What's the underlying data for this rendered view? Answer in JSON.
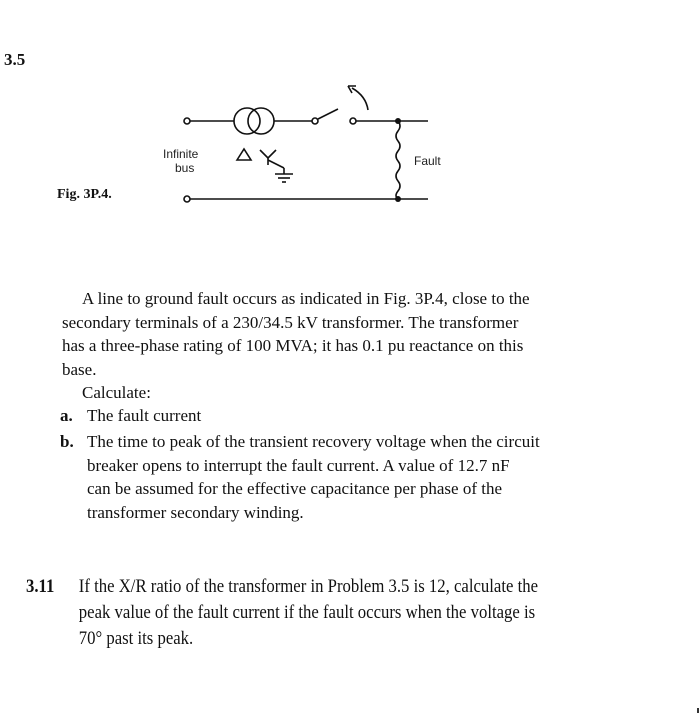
{
  "problem_3_5": {
    "number": "3.5",
    "figure": {
      "caption": "Fig. 3P.4.",
      "label_infinite": "Infinite",
      "label_bus": "bus",
      "label_fault": "Fault",
      "winding_primary": "Δ",
      "winding_secondary": "Y-grounded"
    },
    "intro_lines": [
      "A line to ground fault occurs as indicated in Fig. 3P.4, close to the",
      "secondary terminals of a 230/34.5 kV transformer. The transformer",
      "has a three-phase rating of 100 MVA; it has 0.1 pu reactance on this",
      "base."
    ],
    "calculate_label": "Calculate:",
    "items": [
      {
        "label": "a.",
        "lines": [
          "The fault current"
        ]
      },
      {
        "label": "b.",
        "lines": [
          "The time to peak of the transient recovery voltage when the circuit",
          "breaker opens to interrupt the fault current. A value of 12.7 nF",
          "can be assumed for the effective capacitance per phase of the",
          "transformer secondary winding."
        ]
      }
    ]
  },
  "problem_3_11": {
    "number": "3.11",
    "lines": [
      "If the X/R ratio of the transformer in Problem 3.5 is 12, calculate the",
      "peak value of the fault current if the fault occurs when the voltage is",
      "70° past its peak."
    ]
  }
}
